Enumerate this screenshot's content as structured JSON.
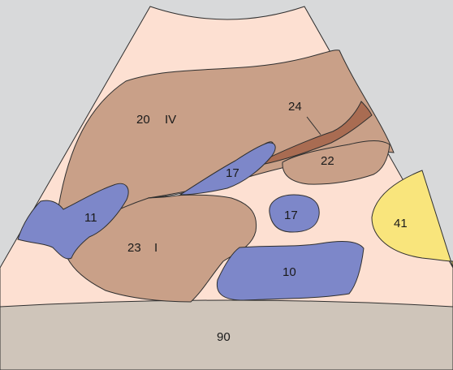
{
  "colors": {
    "background": "#d8d9da",
    "fan": "#fde0d2",
    "liver": "#c9a088",
    "vessel": "#7d87c9",
    "ligament": "#a96c52",
    "gallbladder_like": "#f9e57c",
    "bottom_band": "#cfc5ba",
    "outline": "#2f2f2f"
  },
  "labels": {
    "label_20": "20",
    "label_iv": "IV",
    "label_24": "24",
    "label_22": "22",
    "label_17_upper": "17",
    "label_17_lower": "17",
    "label_11": "11",
    "label_23": "23",
    "label_i": "I",
    "label_10": "10",
    "label_41": "41",
    "label_90": "90"
  }
}
